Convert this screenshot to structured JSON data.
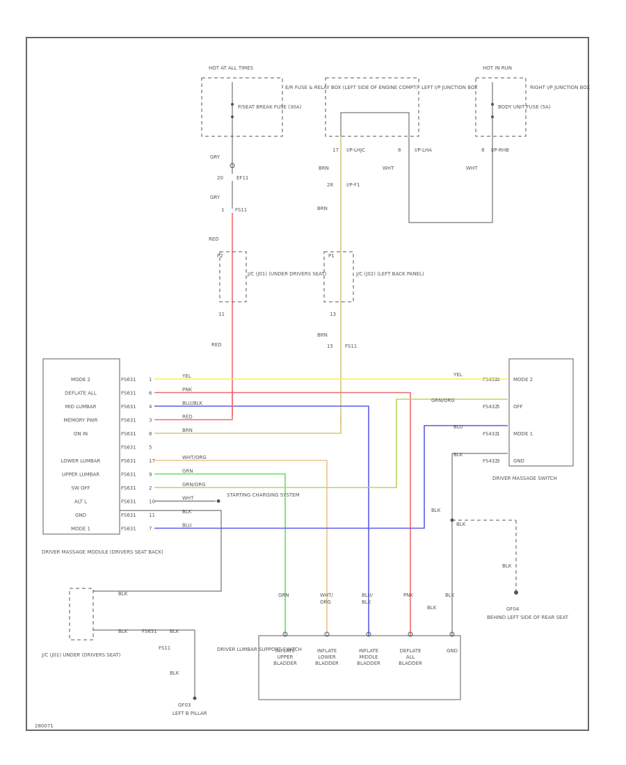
{
  "colors": {
    "yellow": "#f5f04a",
    "red": "#f06a6a",
    "blue": "#5a5ae6",
    "orange_red": "#e85555",
    "tan": "#c8b060",
    "khaki": "#d6c37a",
    "peach": "#f2c08c",
    "green": "#5fe05f",
    "yellow_green": "#b6d65a",
    "gray": "#777777"
  },
  "fuses": {
    "hot_at_all_times": "HOT AT ALL TIMES",
    "fuse_name": "P/SEAT BREAK FUSE (30A)",
    "fuse_block": "E/R FUSE & RELAY BOX (LEFT SIDE OF ENGINE COMPT)",
    "left_jb_pin": "17",
    "left_jb_name": "I/P-LHJC",
    "left_jb_pin2": "8",
    "left_jb_name2": "I/P-LHA",
    "left_jb_label": "LEFT I/P JUNCTION BOX",
    "hot_in_run": "HOT IN RUN",
    "body_fuse": "BODY UNIT FUSE (5A)",
    "right_jb_pin": "8",
    "right_jb_name": "I/P-RHB",
    "right_jb_label": "RIGHT I/P JUNCTION BOX"
  },
  "upper_wiring": {
    "gry1": "GRY",
    "ef11_pin": "20",
    "ef11": "EF11",
    "gry2": "GRY",
    "fs11_pin": "1",
    "fs11": "FS11",
    "red1": "RED",
    "jc_left_pin1": "P2",
    "jc_left_pin2": "11",
    "jc_left": "J/C (J01) (UNDER DRIVERS SEAT)",
    "red2": "RED",
    "brn1": "BRN",
    "ip_pin": "28",
    "ip_conn": "I/P-F1",
    "wht1": "WHT",
    "wht2": "WHT",
    "brn2": "BRN",
    "jc_right_pin1": "P1",
    "jc_right_pin2": "13",
    "jc_right": "J/C (J02) (LEFT BACK PANEL)",
    "brn3": "BRN",
    "fs11b_pin": "15",
    "fs11b": "FS11"
  },
  "module": {
    "pins": [
      "MODE 2",
      "DEFLATE ALL",
      "MID LUMBAR",
      "MEMORY PWR",
      "ON IN",
      "",
      "LOWER LUMBAR",
      "UPPER LUMBAR",
      "SW OFF",
      "ALT L",
      "GND",
      "MODE 1"
    ],
    "pin_nums": [
      "1",
      "6",
      "4",
      "3",
      "8",
      "5",
      "17",
      "9",
      "2",
      "10",
      "11",
      "7"
    ],
    "conn_ids": [
      "FS631",
      "FS631",
      "FS631",
      "FS631",
      "FS631",
      "FS631",
      "FS631",
      "FS631",
      "FS631",
      "FS631",
      "FS631",
      "FS631"
    ],
    "wire_labels": [
      "YEL",
      "PNK",
      "BLU/BLK",
      "RED",
      "BRN",
      "",
      "WHT/ORG",
      "GRN",
      "GRN/ORG",
      "WHT",
      "BLK",
      "BLU"
    ],
    "label": "DRIVER MASSAGE MODULE (DRIVERS SEAT BACK)"
  },
  "switch": {
    "pins": [
      "MODE 2",
      "OFF",
      "MODE 1",
      "GND"
    ],
    "pin_nums": [
      "4",
      "5",
      "1",
      "3"
    ],
    "conn_ids": [
      "FS432",
      "FS432",
      "FS432",
      "FS432"
    ],
    "wire_labels": [
      "YEL",
      "GRN/ORG",
      "BLU",
      "BLK"
    ],
    "label": "DRIVER MASSAGE SWITCH"
  },
  "charging": "STARTING CHARGING SYSTEM",
  "lumbar": {
    "label": "DRIVER LUMBAR SUPPORT SWITCH",
    "terminals": [
      "INFLATE UPPER BLADDER",
      "INFLATE LOWER BLADDER",
      "INFLATE MIDDLE BLADDER",
      "DEFLATE ALL BLADDER",
      "GND"
    ],
    "wire_labels": [
      "GRN",
      "WHT/ ORG",
      "BLU/ BLK",
      "PNK",
      "BLK"
    ]
  },
  "grounds": {
    "blk_switch": "BLK",
    "blk_sw2": "BLK",
    "blk_dash": "BLK",
    "blk_down": "BLK",
    "gf04": "GF04",
    "gf04_loc": "BEHIND LEFT SIDE OF REAR SEAT",
    "blk_mod": "BLK",
    "blk_mod2": "BLK",
    "fs_conn": "FS631",
    "blk_mod3": "BLK",
    "fs11_num": "FS11",
    "blk_gnd": "BLK",
    "gf03": "GF03",
    "gf03_loc": "LEFT B PILLAR",
    "jc_bottom": "J/C (J01) UNDER (DRIVERS SEAT)"
  },
  "footer_code": "280071"
}
